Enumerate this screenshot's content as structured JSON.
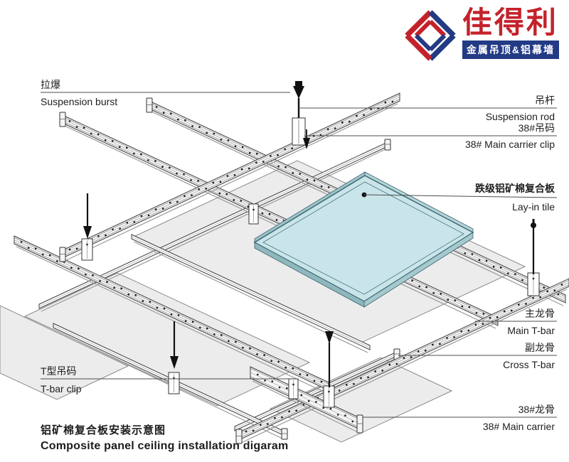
{
  "logo": {
    "brand": "佳得利",
    "tagline": "金属吊顶&铝幕墙"
  },
  "labels": {
    "suspension_burst": {
      "zh": "拉爆",
      "en": "Suspension burst"
    },
    "suspension_rod": {
      "zh": "吊杆",
      "en": "Suspension rod"
    },
    "carrier_clip": {
      "zh": "38#吊码",
      "en": "38# Main carrier clip"
    },
    "lay_in_tile": {
      "zh": "跌级铝矿棉复合板",
      "en": "Lay-in tile"
    },
    "main_t_bar": {
      "zh": "主龙骨",
      "en": "Main T-bar"
    },
    "cross_t_bar": {
      "zh": "副龙骨",
      "en": "Cross T-bar"
    },
    "main_carrier": {
      "zh": "38#龙骨",
      "en": "38# Main carrier"
    },
    "t_bar_clip": {
      "zh": "T型吊码",
      "en": "T-bar clip"
    }
  },
  "title": {
    "zh": "铝矿棉复合板安装示意图",
    "en": "Composite panel ceiling installation digaram"
  },
  "colors": {
    "line": "#3c3c3c",
    "panel_fill": "#ececec",
    "tile_fill": "#c9e5ea",
    "tile_edge": "#3a636c",
    "tile_side": "#9dc3ca",
    "brand_red": "#c4222b",
    "brand_blue": "#233a85",
    "band_text": "#ffffff"
  }
}
